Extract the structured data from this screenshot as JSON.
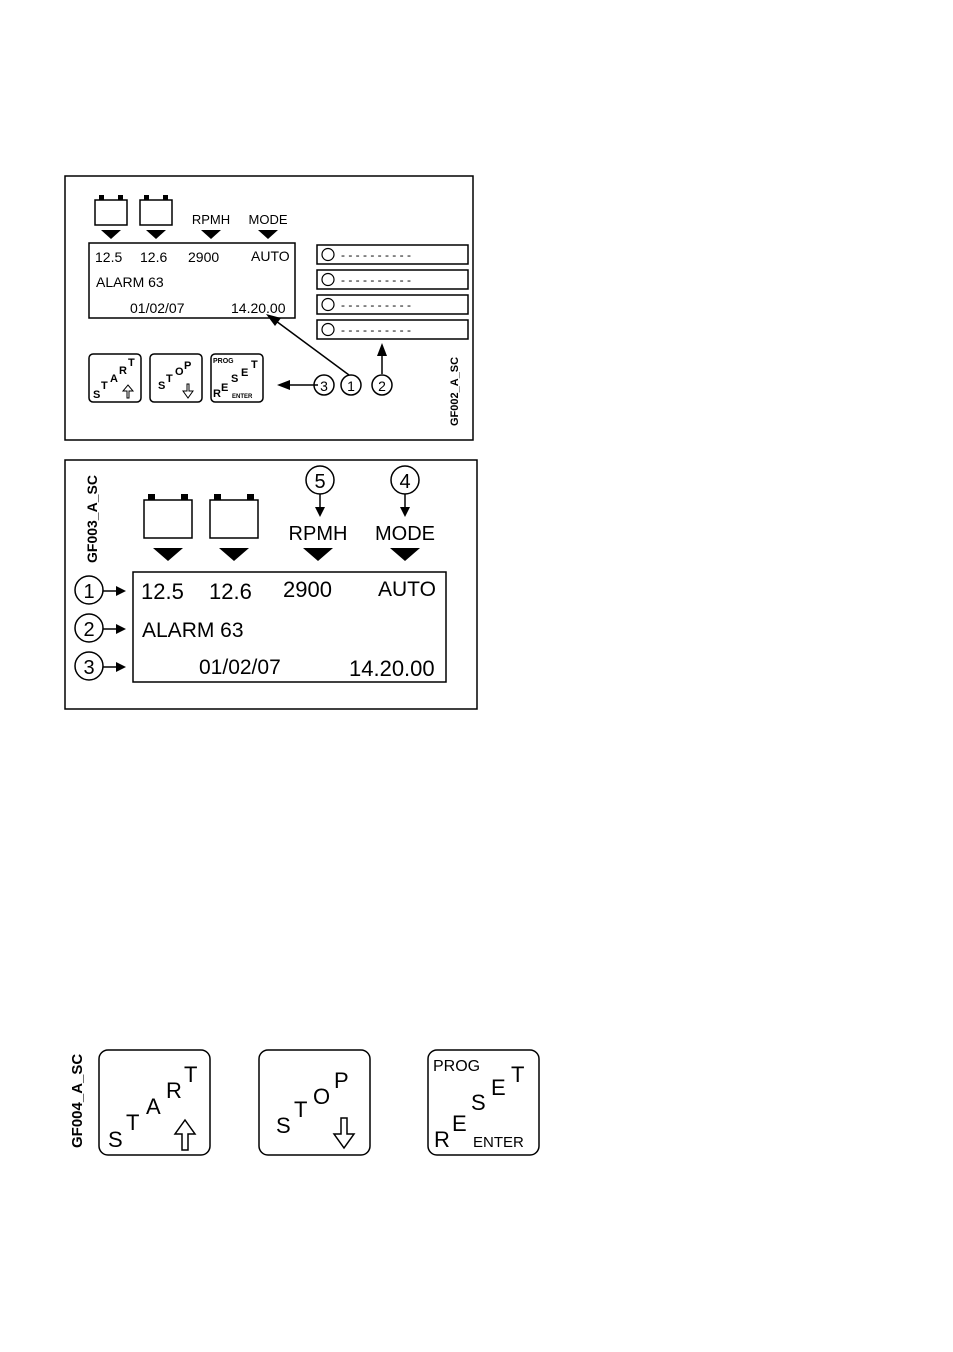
{
  "figure1": {
    "code": "GF002_A_SC",
    "top_labels": {
      "rpmh": "RPMH",
      "mode": "MODE"
    },
    "display": {
      "battery1": "12.5",
      "battery2": "12.6",
      "rpmh": "2900",
      "mode": "AUTO",
      "alarm": "ALARM 63",
      "date": "01/02/07",
      "time": "14.20.00"
    },
    "led_bars": [
      {
        "dashes": "- - - - - - - - - -"
      },
      {
        "dashes": "- - - - - - - - - -"
      },
      {
        "dashes": "- - - - - - - - - -"
      },
      {
        "dashes": "- - - - - - - - - -"
      }
    ],
    "callouts": [
      "3",
      "1",
      "2"
    ]
  },
  "figure2": {
    "code": "GF003_A_SC",
    "top_labels": {
      "rpmh": "RPMH",
      "mode": "MODE"
    },
    "callout_top": {
      "rpmh": "5",
      "mode": "4"
    },
    "display": {
      "battery1": "12.5",
      "battery2": "12.6",
      "rpmh": "2900",
      "mode": "AUTO",
      "alarm": "ALARM 63",
      "date": "01/02/07",
      "time": "14.20.00"
    },
    "row_callouts": [
      "1",
      "2",
      "3"
    ]
  },
  "figure3": {
    "code": "GF004_A_SC",
    "buttons": {
      "start": {
        "letters": [
          "S",
          "T",
          "A",
          "R",
          "T"
        ],
        "arrow": "up"
      },
      "stop": {
        "letters": [
          "S",
          "T",
          "O",
          "P"
        ],
        "arrow": "down"
      },
      "reset": {
        "prog": "PROG",
        "letters": [
          "R",
          "E",
          "S",
          "E",
          "T"
        ],
        "enter": "ENTER"
      }
    }
  }
}
